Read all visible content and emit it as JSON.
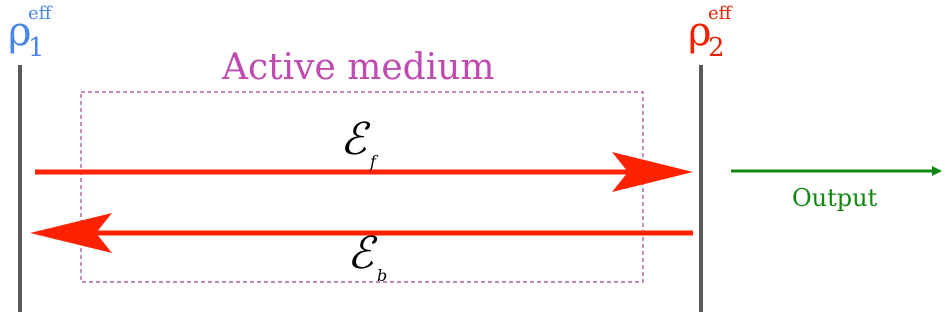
{
  "colors": {
    "mirror": "#5a5a5a",
    "mirror_left_label": "#4a86e8",
    "mirror_right_label": "#ee2200",
    "beam": "#ff2200",
    "medium_box": "#a0408c",
    "medium_label": "#c04ab0",
    "output": "#118811",
    "field_label": "#000000"
  },
  "mirror_left": {
    "symbol": "ρ",
    "subscript": "1",
    "superscript": "eff"
  },
  "mirror_right": {
    "symbol": "ρ",
    "subscript": "2",
    "superscript": "eff"
  },
  "medium": {
    "label": "Active medium"
  },
  "forward_field": {
    "symbol": "ℰ",
    "subscript": "f"
  },
  "backward_field": {
    "symbol": "ℰ",
    "subscript": "b"
  },
  "output": {
    "label": "Output"
  }
}
